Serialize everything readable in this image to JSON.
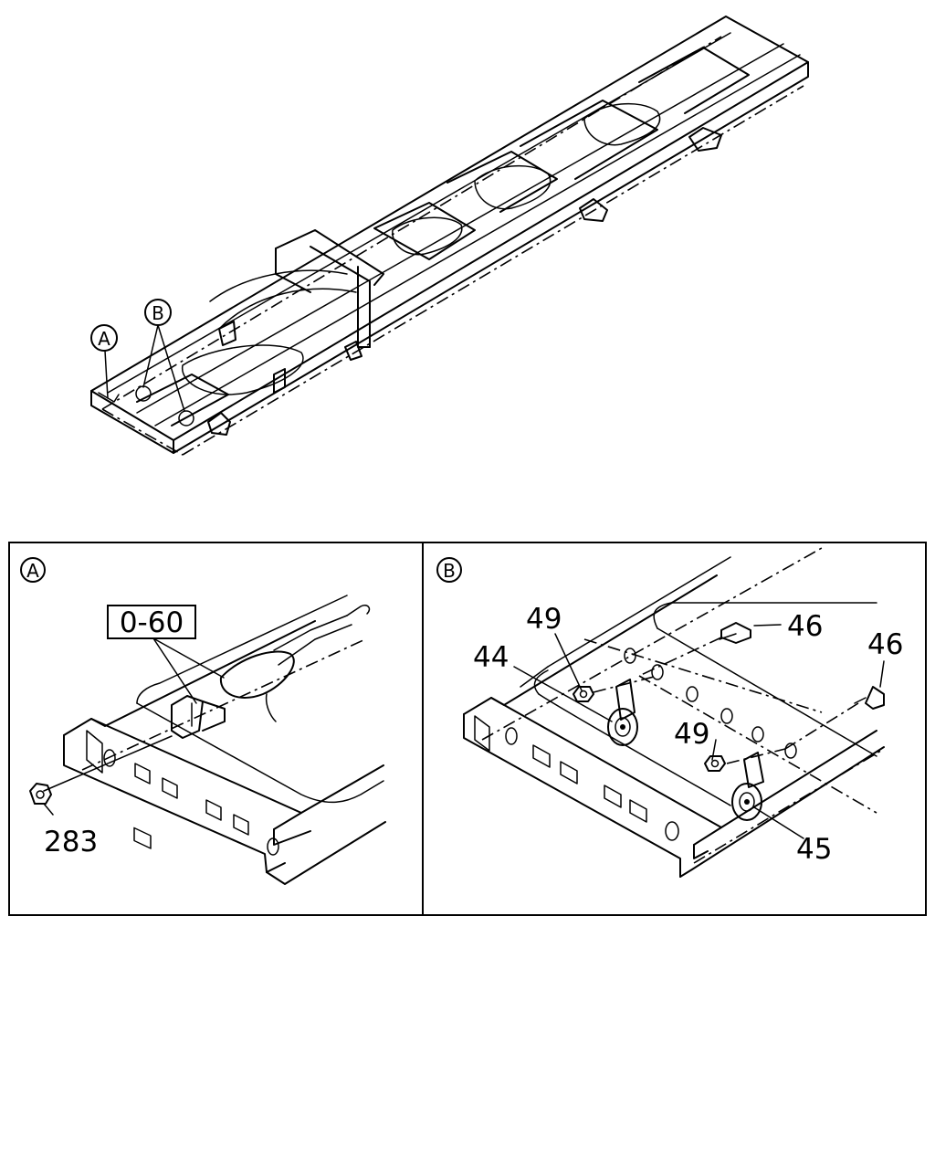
{
  "overview": {
    "callouts": [
      {
        "key": "A",
        "text": "A"
      },
      {
        "key": "B",
        "text": "B"
      }
    ]
  },
  "panel_a": {
    "marker": "A",
    "ref_box": "0-60",
    "part_labels": [
      "283"
    ]
  },
  "panel_b": {
    "marker": "B",
    "part_labels": [
      "49",
      "44",
      "46",
      "46",
      "49",
      "45"
    ]
  }
}
